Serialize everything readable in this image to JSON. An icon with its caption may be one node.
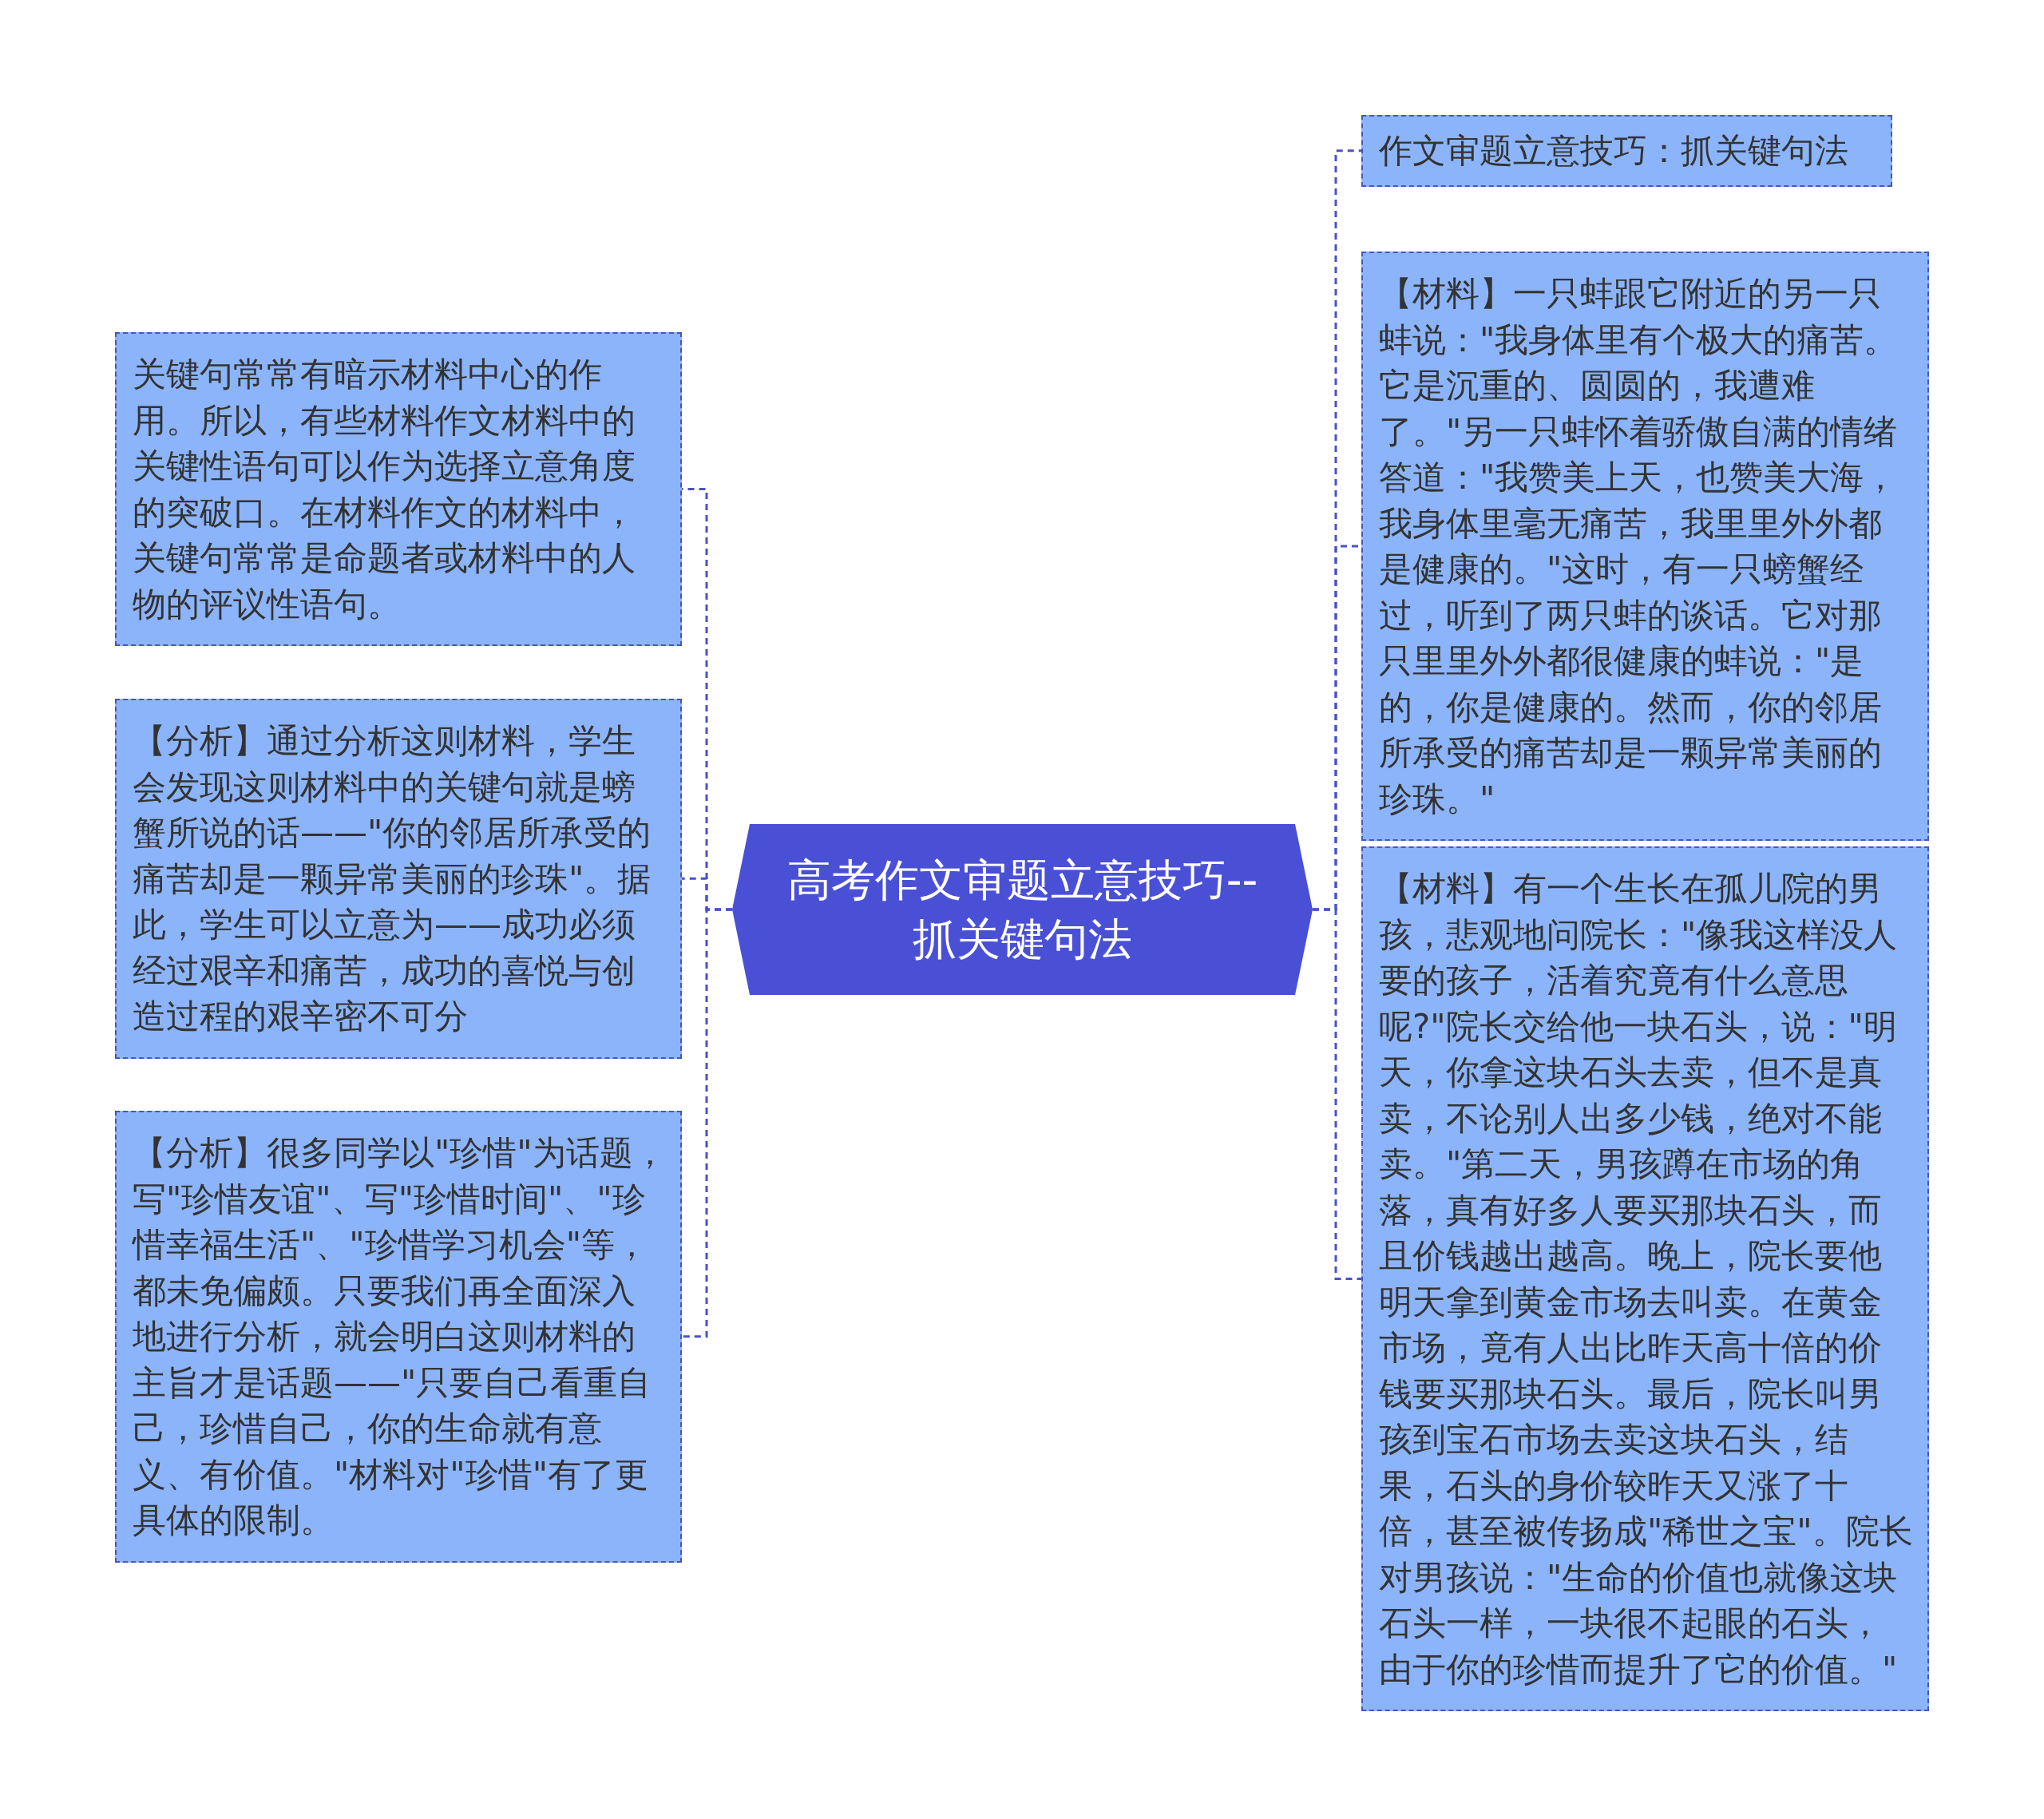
{
  "diagram": {
    "nodes": [
      {
        "text": [
          "高考作文审题立意技巧--抓关键句法"
        ]
      },
      {
        "text": [
          "作文审题立意技巧：抓关键句法"
        ]
      },
      {
        "text": [
          "【材料】一只蚌跟它附近的另一只蚌说：\"我身体里有个极大的痛苦。它是沉重的、圆圆的，我遭难了。\"另一只蚌怀着骄傲自满的情绪答道：\"我赞美上天，也赞美大海，我身体里毫无痛苦，我里里外外都是健康的。\"这时，有一只螃蟹经过，听到了两只蚌的谈话。它对那只里里外外都很健康的蚌说：\"是的，你是健康的。然而，你的邻居所承受的痛苦却是一颗异常美丽的珍珠。\""
        ]
      },
      {
        "text": [
          "【材料】有一个生长在孤儿院的男孩，悲观地问院长：\"像我这样没人要的孩子，活着究竟有什么意思呢?\"院长交给他一块石头，说：\"明天，你拿这块石头去卖，但不是真卖，不论别人出多少钱，绝对不能卖。\"第二天，男孩蹲在市场的角落，真有好多人要买那块石头，而且价钱越出越高。晚上，院长要他明天拿到黄金市场去叫卖。在黄金市场，竟有人出比昨天高十倍的价钱要买那块石头。最后，院长叫男孩到宝石市场去卖这块石头，结果，石头的身价较昨天又涨了十倍，甚至被传扬成\"稀世之宝\"。院长对男孩说：\"生命的价值也就像这块石头一样，一块很不起眼的石头，由于你的珍惜而提升了它的价值。\""
        ]
      },
      {
        "text": [
          "关键句常常有暗示材料中心的作用。所以，有些材料作文材料中的关键性语句可以作为选择立意角度的突破口。在材料作文的材料中，关键句常常是命题者或材料中的人物的评议性语句。"
        ]
      },
      {
        "text": [
          "【分析】通过分析这则材料，学生会发现这则材料中的关键句就是螃蟹所说的话——\"你的邻居所承受的痛苦却是一颗异常美丽的珍珠\"。据此，学生可以立意为——成功必须经过艰辛和痛苦，成功的喜悦与创造过程的艰辛密不可分"
        ]
      },
      {
        "text": [
          "【分析】很多同学以\"珍惜\"为话题，写\"珍惜友谊\"、写\"珍惜时间\"、\"珍惜幸福生活\"、\"珍惜学习机会\"等，都未免偏颇。只要我们再全面深入地进行分析，就会明白这则材料的主旨才是话题——\"只要自己看重自己，珍惜自己，你的生命就有意义、有价值。\"材料对\"珍惜\"有了更具体的限制。"
        ]
      }
    ],
    "edges": [
      {
        "from": 0,
        "to": 1,
        "arrow": "none",
        "style": "dashed"
      },
      {
        "from": 0,
        "to": 2,
        "arrow": "none",
        "style": "dashed"
      },
      {
        "from": 0,
        "to": 3,
        "arrow": "none",
        "style": "dashed"
      },
      {
        "from": 0,
        "to": 4,
        "arrow": "none",
        "style": "dashed"
      },
      {
        "from": 0,
        "to": 5,
        "arrow": "none",
        "style": "dashed"
      },
      {
        "from": 0,
        "to": 6,
        "arrow": "none",
        "style": "dashed"
      }
    ]
  }
}
